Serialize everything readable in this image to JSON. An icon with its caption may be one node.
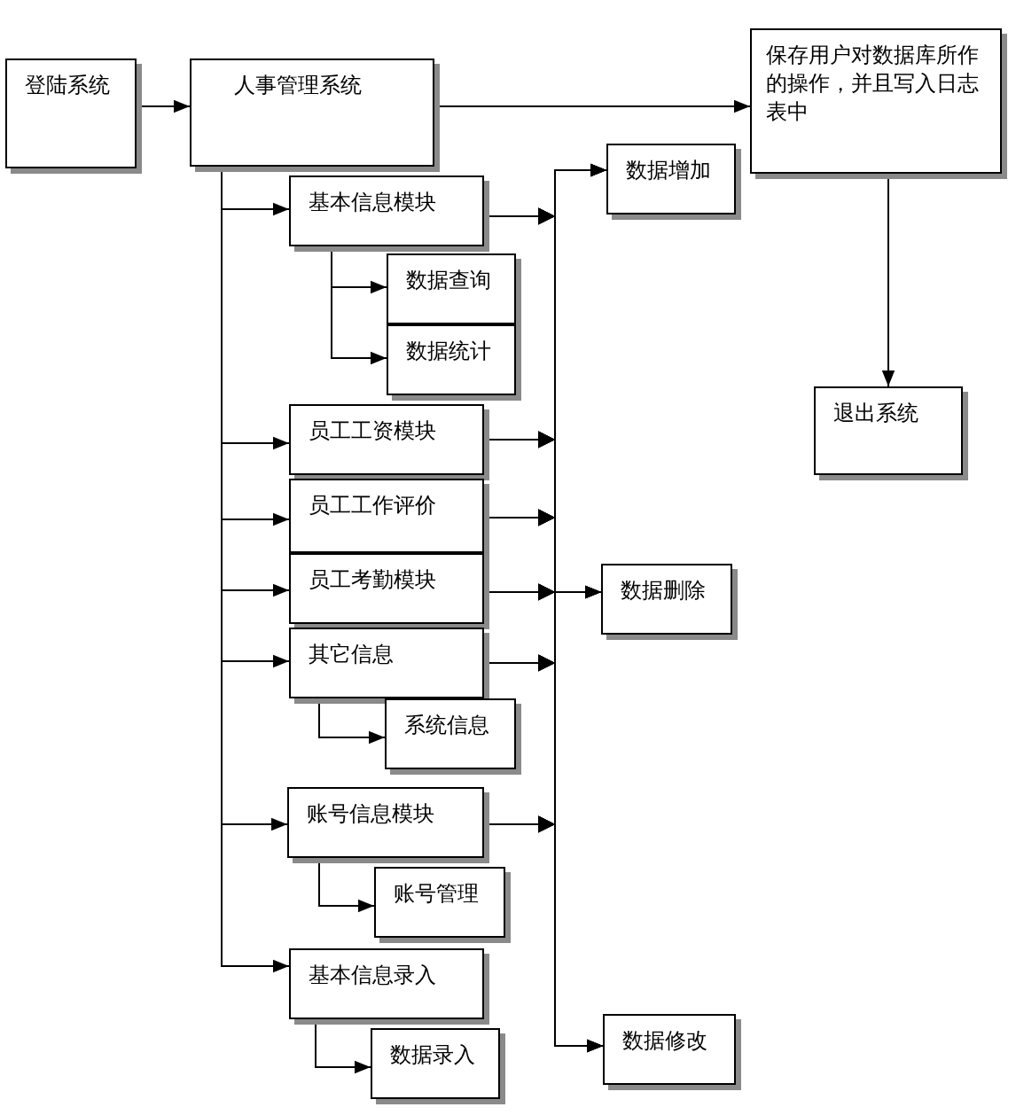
{
  "diagram": {
    "nodes": [
      {
        "text": [
          "登陆系统"
        ]
      },
      {
        "text": [
          "人事管理系统"
        ]
      },
      {
        "text": [
          "保存用户对数据库所作的操作，并且写入日志表中"
        ]
      },
      {
        "text": [
          "数据增加"
        ]
      },
      {
        "text": [
          "基本信息模块"
        ]
      },
      {
        "text": [
          "数据查询"
        ]
      },
      {
        "text": [
          "数据统计"
        ]
      },
      {
        "text": [
          "退出系统"
        ]
      },
      {
        "text": [
          "员工工资模块"
        ]
      },
      {
        "text": [
          "员工工作评价"
        ]
      },
      {
        "text": [
          "员工考勤模块"
        ]
      },
      {
        "text": [
          "数据删除"
        ]
      },
      {
        "text": [
          "其它信息"
        ]
      },
      {
        "text": [
          "系统信息"
        ]
      },
      {
        "text": [
          "账号信息模块"
        ]
      },
      {
        "text": [
          "账号管理"
        ]
      },
      {
        "text": [
          "基本信息录入"
        ]
      },
      {
        "text": [
          "数据录入"
        ]
      },
      {
        "text": [
          "数据修改"
        ]
      }
    ],
    "edges": [
      {
        "from": 0,
        "to": 1,
        "arrow": "to"
      },
      {
        "from": 1,
        "to": 2,
        "arrow": "to"
      },
      {
        "from": 2,
        "to": 7,
        "arrow": "to"
      },
      {
        "from": 1,
        "to": 4,
        "arrow": "to"
      },
      {
        "from": 1,
        "to": 8,
        "arrow": "to"
      },
      {
        "from": 1,
        "to": 9,
        "arrow": "to"
      },
      {
        "from": 1,
        "to": 10,
        "arrow": "to"
      },
      {
        "from": 1,
        "to": 12,
        "arrow": "to"
      },
      {
        "from": 1,
        "to": 14,
        "arrow": "to"
      },
      {
        "from": 1,
        "to": 16,
        "arrow": "to"
      },
      {
        "from": 4,
        "to": 5,
        "arrow": "to"
      },
      {
        "from": 4,
        "to": 6,
        "arrow": "to"
      },
      {
        "from": 12,
        "to": 13,
        "arrow": "to"
      },
      {
        "from": 14,
        "to": 15,
        "arrow": "to"
      },
      {
        "from": 16,
        "to": 17,
        "arrow": "to"
      },
      {
        "from": 4,
        "to": 3,
        "arrow": "to"
      },
      {
        "from": 4,
        "to": 11,
        "arrow": "to"
      },
      {
        "from": 4,
        "to": 18,
        "arrow": "to"
      },
      {
        "from": 8,
        "to": 3,
        "arrow": "to"
      },
      {
        "from": 8,
        "to": 11,
        "arrow": "to"
      },
      {
        "from": 8,
        "to": 18,
        "arrow": "to"
      },
      {
        "from": 9,
        "to": 3,
        "arrow": "to"
      },
      {
        "from": 9,
        "to": 11,
        "arrow": "to"
      },
      {
        "from": 9,
        "to": 18,
        "arrow": "to"
      },
      {
        "from": 10,
        "to": 3,
        "arrow": "to"
      },
      {
        "from": 10,
        "to": 11,
        "arrow": "to"
      },
      {
        "from": 10,
        "to": 18,
        "arrow": "to"
      },
      {
        "from": 12,
        "to": 3,
        "arrow": "to"
      },
      {
        "from": 12,
        "to": 11,
        "arrow": "to"
      },
      {
        "from": 12,
        "to": 18,
        "arrow": "to"
      },
      {
        "from": 14,
        "to": 3,
        "arrow": "to"
      },
      {
        "from": 14,
        "to": 11,
        "arrow": "to"
      },
      {
        "from": 14,
        "to": 18,
        "arrow": "to"
      }
    ]
  }
}
